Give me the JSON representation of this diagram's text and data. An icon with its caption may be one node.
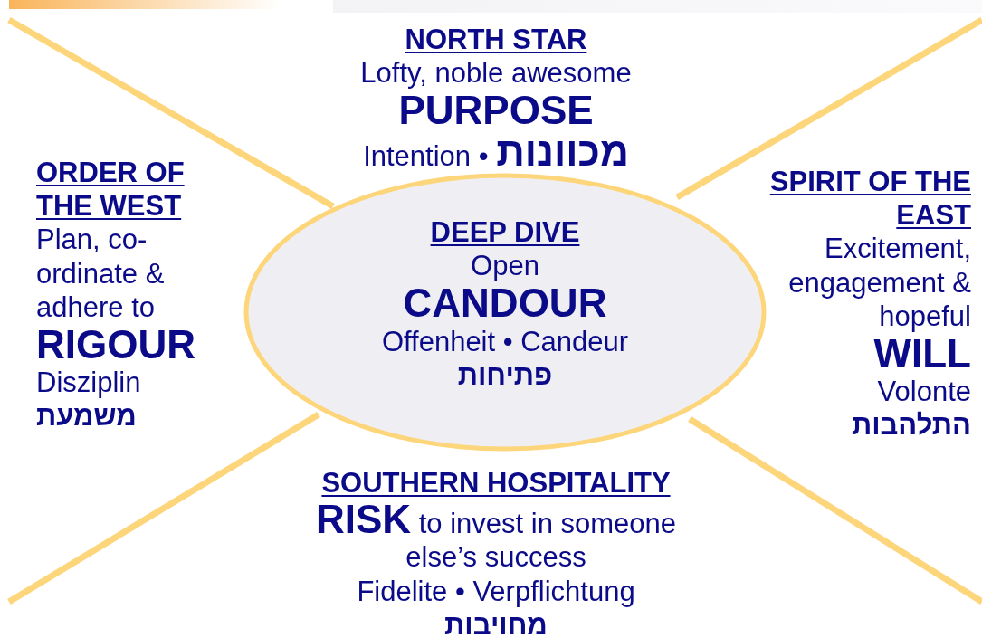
{
  "diagram": {
    "nodes": [
      {
        "text": [
          "DEEP DIVE",
          "Open",
          "CANDOUR",
          "Offenheit • Candeur",
          "פתיחות"
        ]
      }
    ],
    "labels": [
      "NORTH STAR",
      "Lofty, noble awesome",
      "PURPOSE",
      "Intention • **מכוונות**",
      "ORDER OF THE WEST",
      "Plan, co-ordinate & adhere to",
      "RIGOUR",
      "Disziplin",
      "משמעת",
      "SPIRIT OF THE EAST",
      "Excitement, engagement & hopeful",
      "WILL",
      "Volonte",
      "התלהבות",
      "SOUTHERN HOSPITALITY",
      "**RISK** to invest in someone else’s success",
      "Fidelite • Verpflichtung",
      "מחויבות"
    ]
  }
}
